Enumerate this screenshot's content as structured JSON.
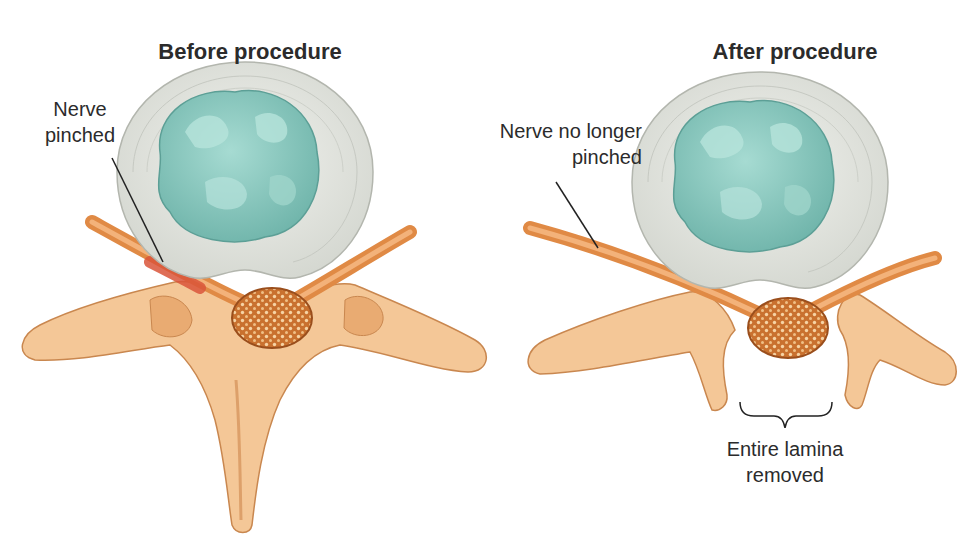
{
  "diagram": {
    "labels": [
      "Before procedure",
      "Nerve pinched",
      "After procedure",
      "Nerve no longer pinched",
      "Entire lamina removed"
    ]
  }
}
